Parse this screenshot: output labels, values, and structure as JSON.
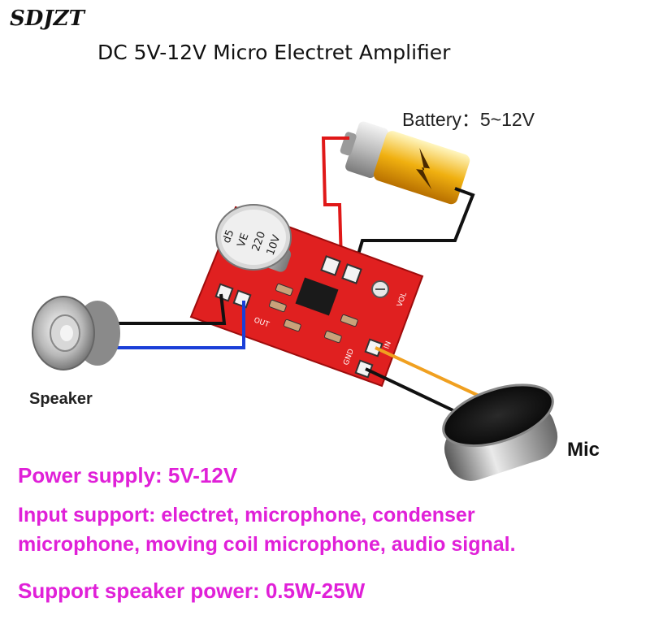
{
  "brand": "SDJZT",
  "title": "DC 5V-12V Micro Electret Amplifier",
  "labels": {
    "battery": "Battery：5~12V",
    "speaker": "Speaker",
    "mic": "Mic"
  },
  "capacitor_text": [
    "d5",
    "VE",
    "220",
    "10V"
  ],
  "board_labels": {
    "out": "OUT",
    "in": "IN",
    "gnd": "GND",
    "vol": "VOL"
  },
  "specs": {
    "power": "Power supply: 5V-12V",
    "input_line1": "Input support: electret, microphone, condenser",
    "input_line2": "microphone, moving coil microphone, audio signal.",
    "speaker_power": "Support speaker power: 0.5W-25W"
  },
  "colors": {
    "spec_text": "#e020d8",
    "board": "#e02020",
    "wire_red": "#e01818",
    "wire_black": "#111111",
    "wire_blue": "#1a3fd8",
    "wire_orange": "#f0a020"
  }
}
